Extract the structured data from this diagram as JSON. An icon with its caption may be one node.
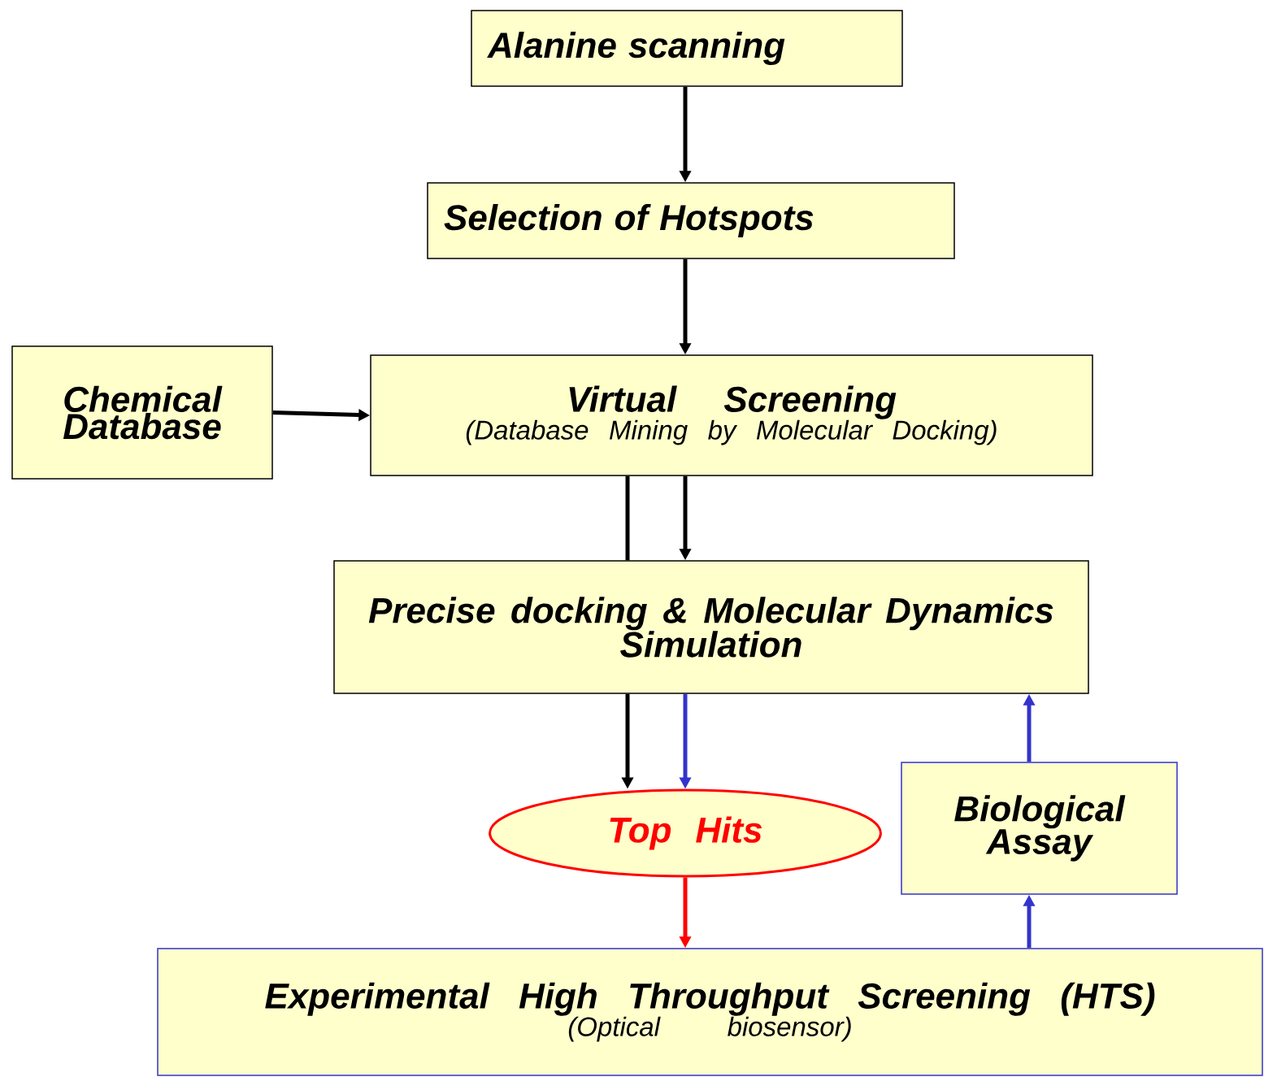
{
  "diagram": {
    "nodes": [
      {
        "text": [
          "Alanine scanning"
        ]
      },
      {
        "text": [
          "Selection of Hotspots"
        ]
      },
      {
        "text": [
          "Chemical Database"
        ]
      },
      {
        "text": [
          "Virtual Screening",
          "(Database Mining by Molecular Docking)"
        ]
      },
      {
        "text": [
          "Precise docking & Molecular Dynamics Simulation"
        ]
      },
      {
        "text": [
          "Top Hits"
        ]
      },
      {
        "text": [
          "Biological Assay"
        ]
      },
      {
        "text": [
          "Experimental High Throughput Screening (HTS)",
          "(Optical biosensor)"
        ]
      }
    ],
    "edges": [
      {
        "from": 0,
        "to": 1,
        "arrow": "to"
      },
      {
        "from": 1,
        "to": 3,
        "arrow": "to"
      },
      {
        "from": 2,
        "to": 3,
        "arrow": "to"
      },
      {
        "from": 3,
        "to": 4,
        "arrow": "none"
      },
      {
        "from": 3,
        "to": 4,
        "arrow": "to"
      },
      {
        "from": 4,
        "to": 5,
        "arrow": "to"
      },
      {
        "from": 4,
        "to": 5,
        "arrow": "to",
        "color": "#3333cc"
      },
      {
        "from": 5,
        "to": 7,
        "arrow": "to",
        "color": "#ff0000"
      },
      {
        "from": 7,
        "to": 6,
        "arrow": "to",
        "color": "#3333cc"
      },
      {
        "from": 6,
        "to": 4,
        "arrow": "to",
        "color": "#3333cc"
      }
    ]
  }
}
